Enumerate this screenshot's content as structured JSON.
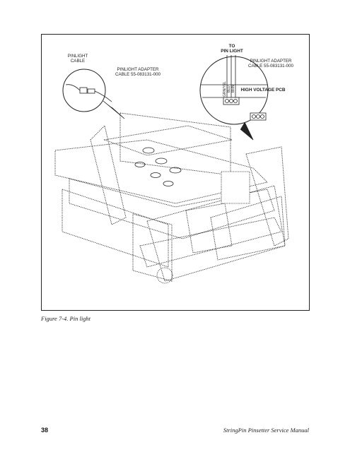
{
  "figure": {
    "labels": {
      "pinlight_cable": "PINLIGHT\nCABLE",
      "pinlight_adapter_left": "PINLIGHT ADAPTER\nCABLE 55-083131-000",
      "to_pin_light": "TO\nPIN LIGHT",
      "pinlight_adapter_right": "PINLIGHT ADAPTER\nCABLE 55-083131-000",
      "high_voltage_pcb": "HIGH VOLTAGE PCB",
      "wire_grn_yel": "GRN/YEL",
      "wire_blu": "BLU",
      "wire_brn": "BRN"
    },
    "caption": "Figure 7-4.  Pin light"
  },
  "footer": {
    "page_number": "38",
    "manual_title": "StringPin Pinsetter Service Manual"
  }
}
